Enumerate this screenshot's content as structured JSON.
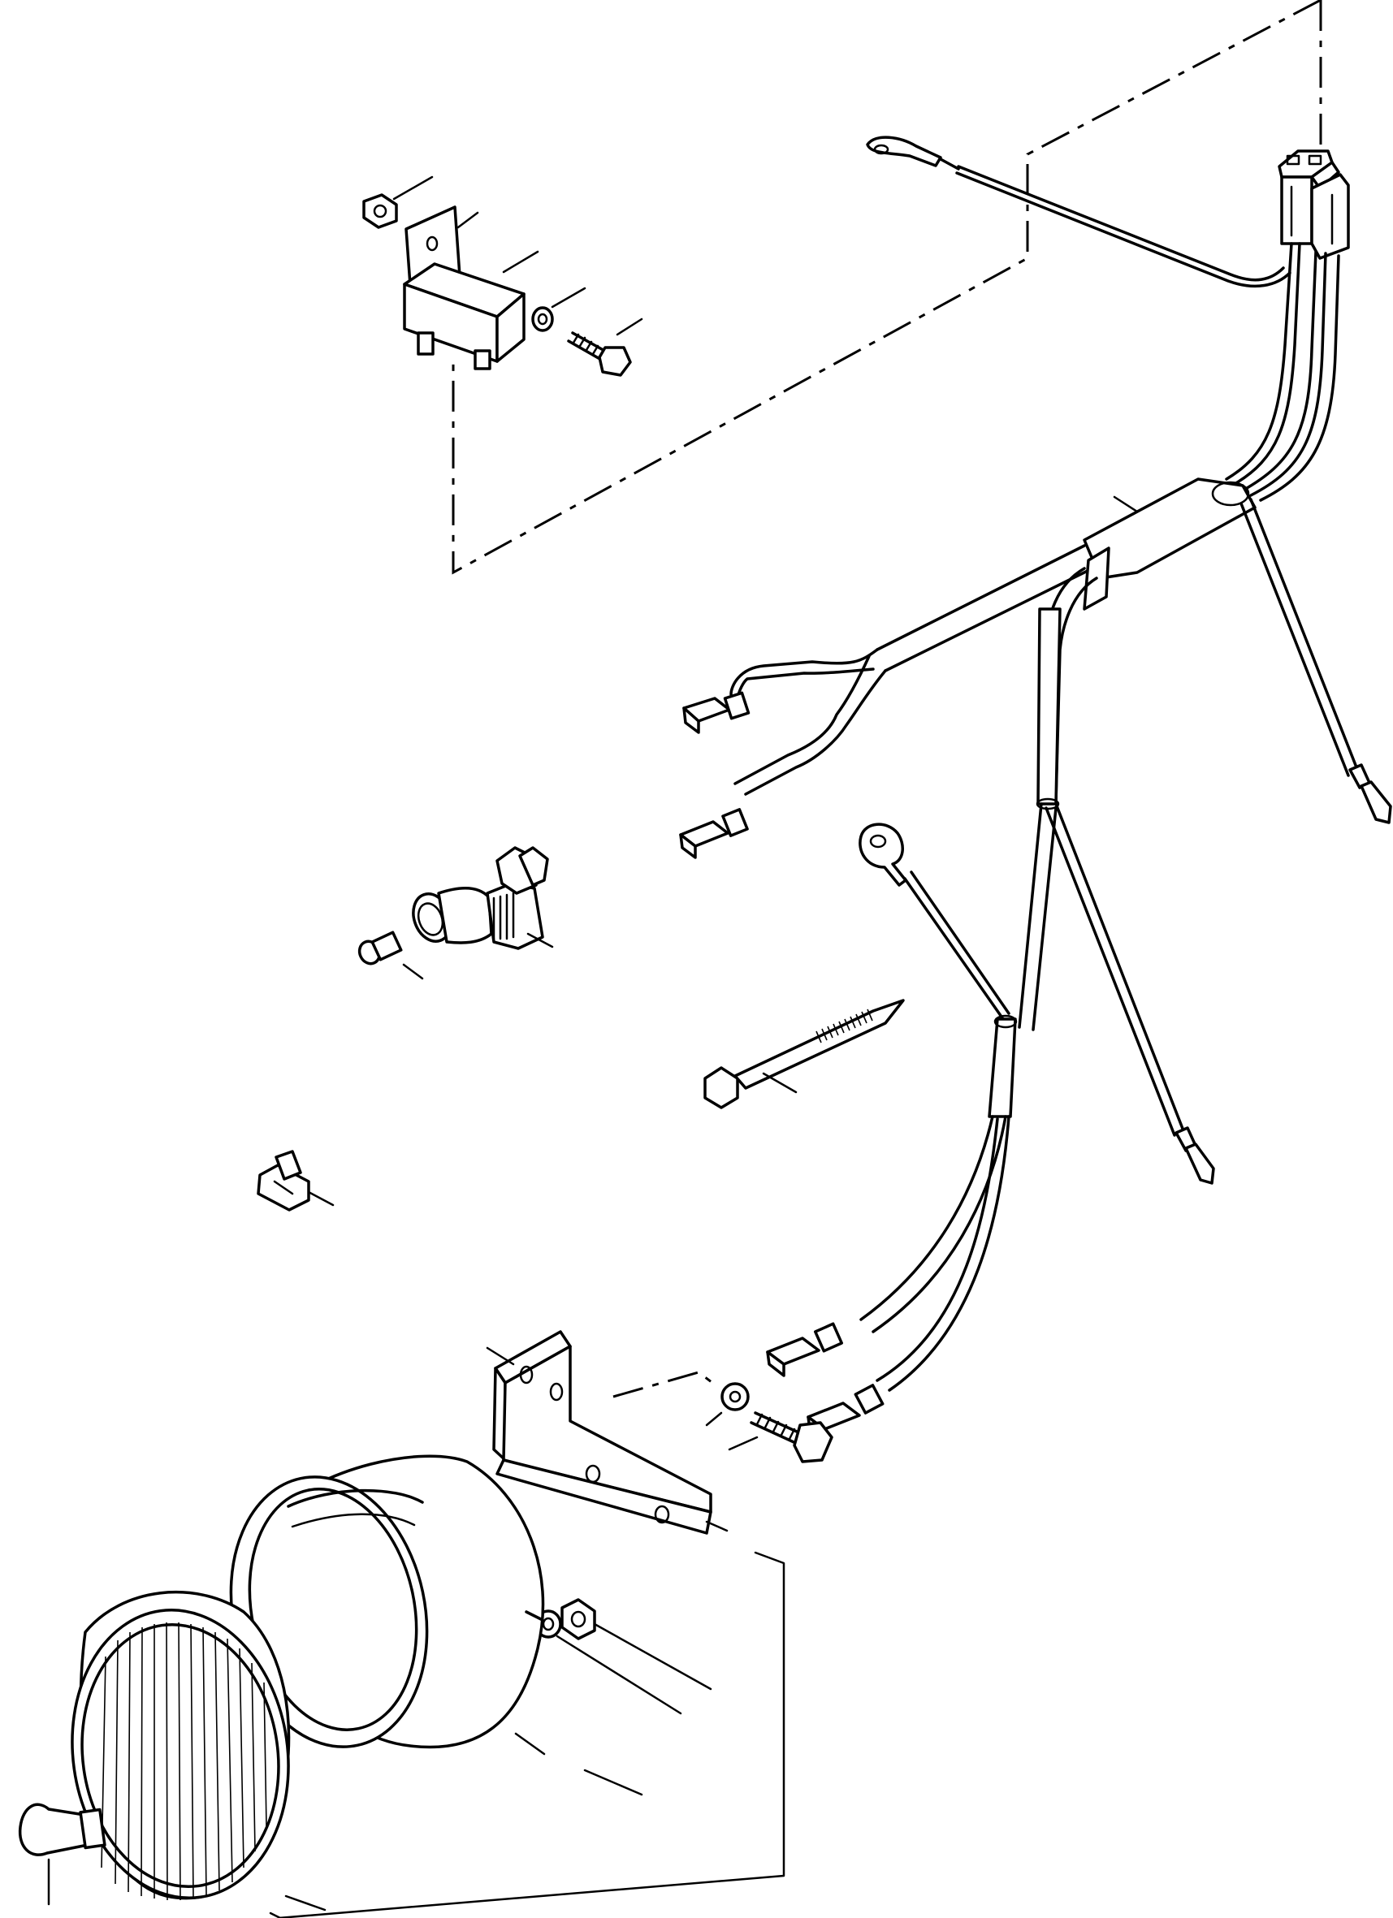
{
  "diagram": {
    "colors": {
      "ink": "#000000",
      "paper": "#ffffff"
    },
    "parts": [
      "relay-nut",
      "relay-bracket",
      "relay",
      "relay-lock-washer",
      "relay-bolt",
      "relay-connector",
      "wiring-harness",
      "push-pull-switch",
      "indicator-bulb",
      "cable-tie",
      "wire-clip",
      "lamp-bracket",
      "bracket-lock-washer",
      "bracket-bolt",
      "lamp-nut",
      "lamp-washer",
      "lamp-housing",
      "lamp-lens-unit",
      "lamp-bulb"
    ]
  }
}
